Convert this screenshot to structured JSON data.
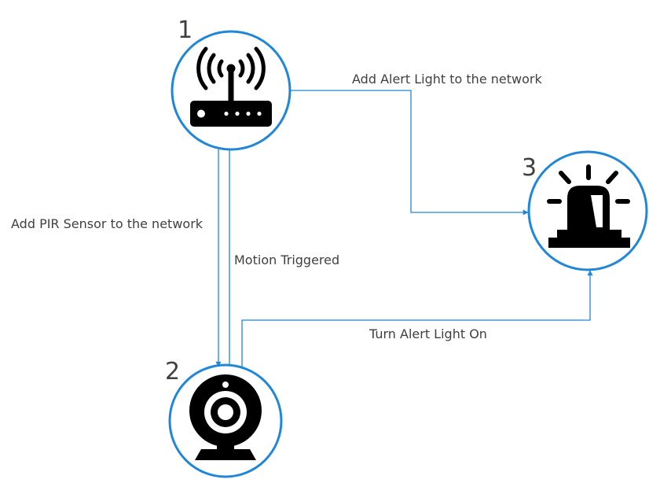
{
  "colors": {
    "connector": "#1f86d8",
    "ring": "#1f86d8",
    "icon": "#000000",
    "text": "#404040"
  },
  "nodes": [
    {
      "number": "1",
      "icon": "wifi-router-icon"
    },
    {
      "number": "2",
      "icon": "webcam-icon"
    },
    {
      "number": "3",
      "icon": "alarm-light-icon"
    }
  ],
  "edges": [
    {
      "label": "Add Alert Light to the network"
    },
    {
      "label": "Add PIR Sensor to the network"
    },
    {
      "label": "Motion Triggered"
    },
    {
      "label": "Turn Alert Light On"
    }
  ]
}
